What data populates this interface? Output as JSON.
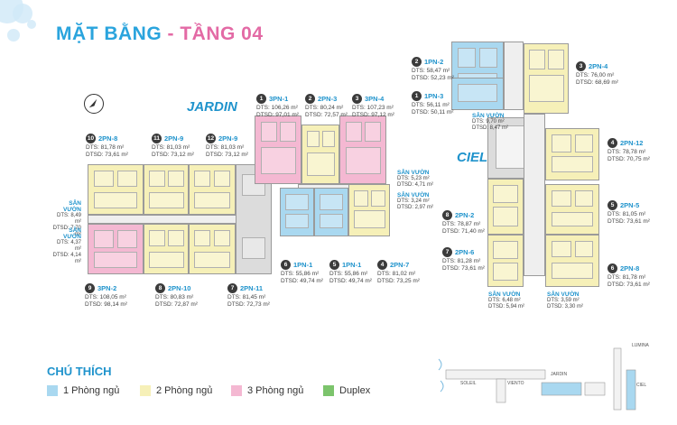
{
  "title": {
    "main": "MẶT BẰNG",
    "sep": "-",
    "floor": "TẦNG 04"
  },
  "sections": {
    "jardin": "JARDIN",
    "ciel": "CIEL"
  },
  "units": [
    {
      "num": "1",
      "code": "3PN-1",
      "dts": "DTS: 106,26 m²",
      "dtsd": "DTSD: 97,01 m²"
    },
    {
      "num": "2",
      "code": "2PN-3",
      "dts": "DTS: 80,24 m²",
      "dtsd": "DTSD: 72,57 m²"
    },
    {
      "num": "3",
      "code": "3PN-4",
      "dts": "DTS: 107,23 m²",
      "dtsd": "DTSD: 97,12 m²"
    },
    {
      "num": "10",
      "code": "2PN-8",
      "dts": "DTS: 81,78 m²",
      "dtsd": "DTSD: 73,61 m²"
    },
    {
      "num": "11",
      "code": "2PN-9",
      "dts": "DTS: 81,03 m²",
      "dtsd": "DTSD: 73,12 m²"
    },
    {
      "num": "12",
      "code": "2PN-9",
      "dts": "DTS: 81,03 m²",
      "dtsd": "DTSD: 73,12 m²"
    },
    {
      "num": "6",
      "code": "1PN-1",
      "dts": "DTS: 55,86 m²",
      "dtsd": "DTSD: 49,74 m²"
    },
    {
      "num": "5",
      "code": "1PN-1",
      "dts": "DTS: 55,86 m²",
      "dtsd": "DTSD: 49,74 m²"
    },
    {
      "num": "4",
      "code": "2PN-7",
      "dts": "DTS: 81,02 m²",
      "dtsd": "DTSD: 73,25 m²"
    },
    {
      "num": "9",
      "code": "3PN-2",
      "dts": "DTS: 108,05 m²",
      "dtsd": "DTSD: 98,14 m²"
    },
    {
      "num": "8",
      "code": "2PN-10",
      "dts": "DTS: 80,83 m²",
      "dtsd": "DTSD: 72,87 m²"
    },
    {
      "num": "7",
      "code": "2PN-11",
      "dts": "DTS: 81,45 m²",
      "dtsd": "DTSD: 72,73 m²"
    },
    {
      "num": "2",
      "code": "1PN-2",
      "dts": "DTS: 58,47 m²",
      "dtsd": "DTSD: 52,23 m²"
    },
    {
      "num": "1",
      "code": "1PN-3",
      "dts": "DTS: 56,11 m²",
      "dtsd": "DTSD: 50,11 m²"
    },
    {
      "num": "3",
      "code": "2PN-4",
      "dts": "DTS: 76,00 m²",
      "dtsd": "DTSD: 68,69 m²"
    },
    {
      "num": "4",
      "code": "2PN-12",
      "dts": "DTS: 78,78 m²",
      "dtsd": "DTSD: 70,75 m²"
    },
    {
      "num": "5",
      "code": "2PN-5",
      "dts": "DTS: 81,05 m²",
      "dtsd": "DTSD: 73,61 m²"
    },
    {
      "num": "6",
      "code": "2PN-8",
      "dts": "DTS: 81,78 m²",
      "dtsd": "DTSD: 73,61 m²"
    },
    {
      "num": "8",
      "code": "2PN-2",
      "dts": "DTS: 78,87 m²",
      "dtsd": "DTSD: 71,40 m²"
    },
    {
      "num": "7",
      "code": "2PN-6",
      "dts": "DTS: 81,28 m²",
      "dtsd": "DTSD: 73,61 m²"
    }
  ],
  "gardens": [
    {
      "title": "SÂN VƯỜN",
      "dts": "DTS: 8,49 m²",
      "dtsd": "DTSD: 7,70 m²"
    },
    {
      "title": "SÂN VƯỜN",
      "dts": "DTS: 4,37 m²",
      "dtsd": "DTSD: 4,14 m²"
    },
    {
      "title": "SÂN VƯỜN",
      "dts": "DTS: 5,23 m²",
      "dtsd": "DTSD: 4,71 m²"
    },
    {
      "title": "SÂN VƯỜN",
      "dts": "DTS: 3,24 m²",
      "dtsd": "DTSD: 2,97 m²"
    },
    {
      "title": "SÂN VƯỜN",
      "dts": "DTS: 9,70 m²",
      "dtsd": "DTSD: 8,47 m²"
    },
    {
      "title": "SÂN VƯỜN",
      "dts": "DTS: 6,48 m²",
      "dtsd": "DTSD: 5,94 m²"
    },
    {
      "title": "SÂN VƯỜN",
      "dts": "DTS: 3,59 m²",
      "dtsd": "DTSD: 3,30 m²"
    }
  ],
  "legend": {
    "title": "CHÚ THÍCH",
    "items": [
      {
        "label": "1 Phòng ngủ",
        "color": "#a9d8f0"
      },
      {
        "label": "2 Phòng ngủ",
        "color": "#f6f0b8"
      },
      {
        "label": "3 Phòng ngủ",
        "color": "#f4b8d2"
      },
      {
        "label": "Duplex",
        "color": "#7cc46c"
      }
    ]
  },
  "site_labels": {
    "soleil": "SOLEIL",
    "viento": "VIENTO",
    "jardin": "JARDIN",
    "lumina": "LUMINA",
    "ciel": "CIEL"
  },
  "icons": {
    "compass": "north-arrow-icon"
  },
  "colors": {
    "title_blue": "#2aa4dd",
    "title_pink": "#e36aa5",
    "one_bed": "#a9d8f0",
    "two_bed": "#f6f0b8",
    "three_bed": "#f4b8d2",
    "duplex": "#7cc46c"
  }
}
